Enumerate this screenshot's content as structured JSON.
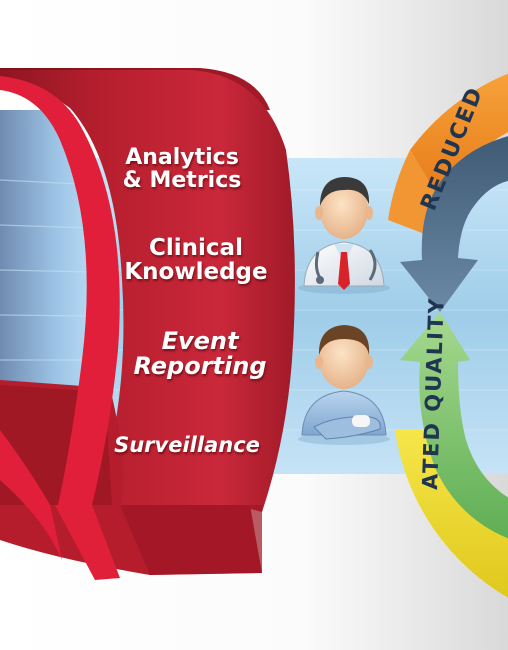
{
  "capabilities": {
    "analytics_line1": "Analytics",
    "analytics_line2": "& Metrics",
    "clinical_line1": "Clinical",
    "clinical_line2": "Knowledge",
    "event_line1": "Event",
    "event_line2": "Reporting",
    "surveillance": "Surveillance"
  },
  "outcomes": {
    "top_arc": "REDUCED",
    "bottom_arc": "ATED QUALITY"
  },
  "icons": {
    "person1": "doctor-icon",
    "person2": "patient-icon"
  },
  "colors": {
    "ribbon": "#b01e2c",
    "ribbon_bright": "#e21f3a",
    "band": "#a8d3ef",
    "orange": "#f28a1e",
    "yellow": "#f3df2a",
    "arrow_green": "#7cc06a",
    "arrow_blue": "#4d6b86"
  }
}
